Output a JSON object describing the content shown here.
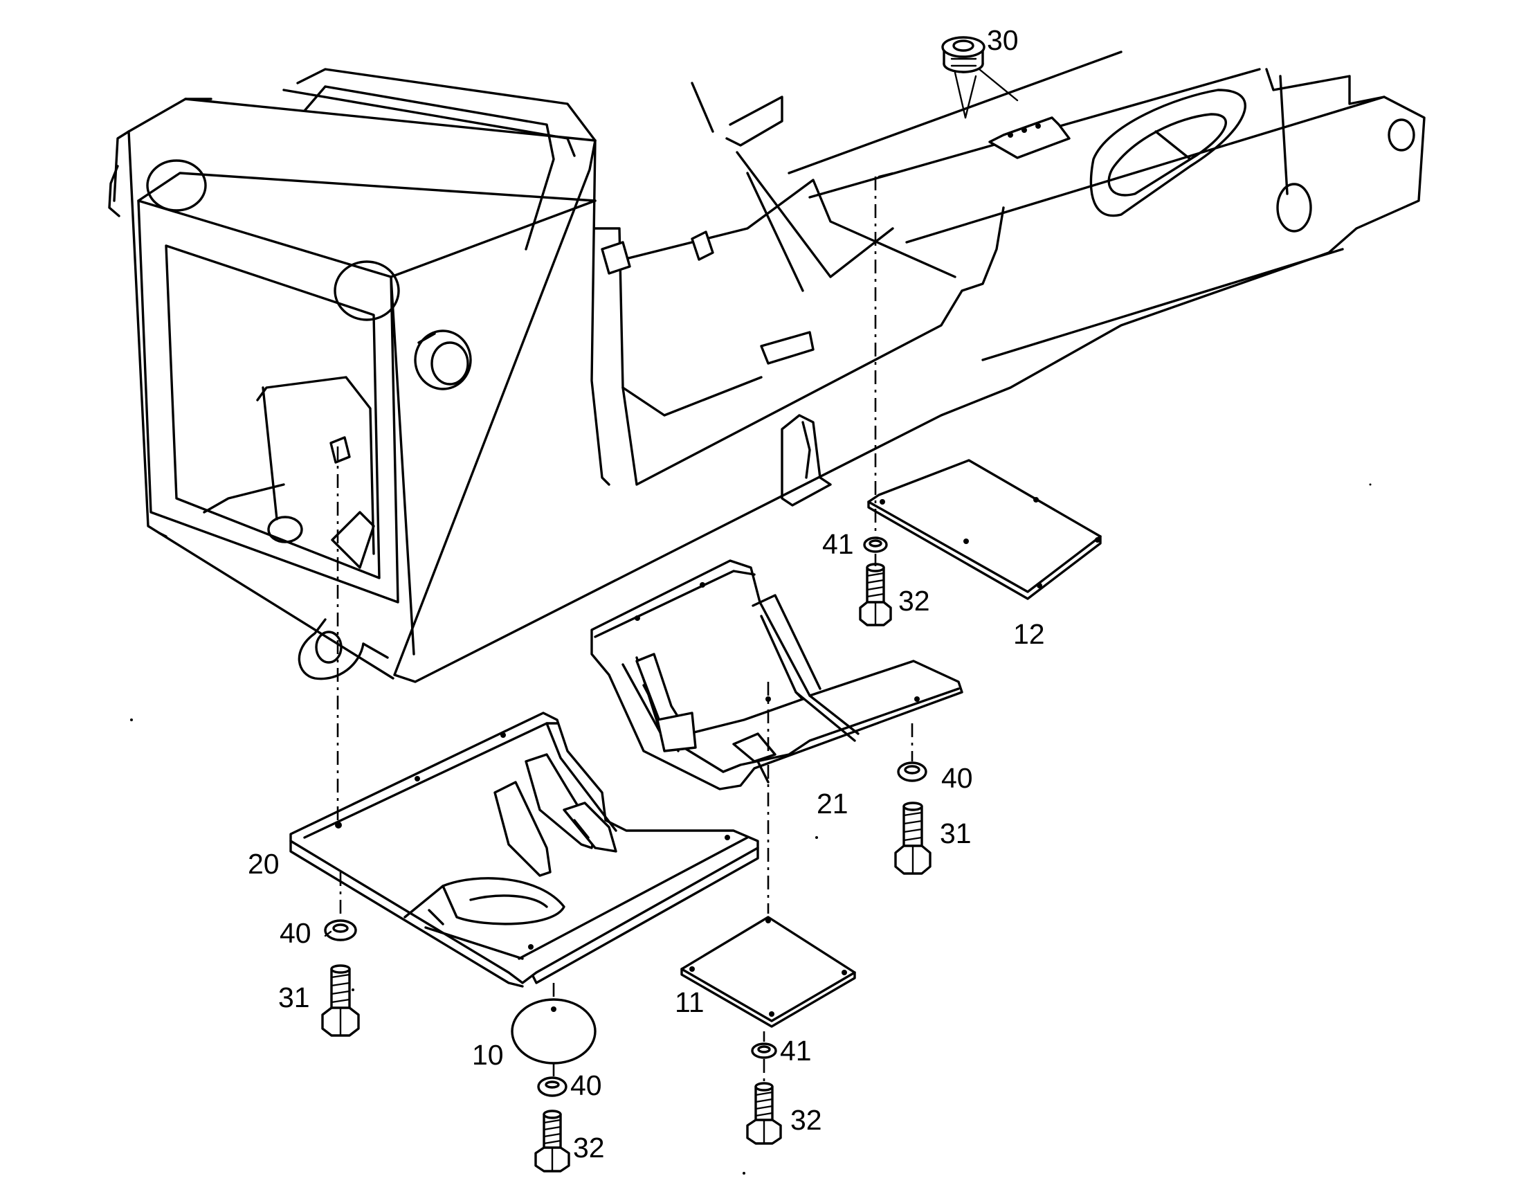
{
  "callouts": {
    "c30": "30",
    "c12": "12",
    "c41a": "41",
    "c32a": "32",
    "c21": "21",
    "c40a": "40",
    "c31a": "31",
    "c20": "20",
    "c40b": "40",
    "c31b": "31",
    "c10": "10",
    "c40c": "40",
    "c32b": "32",
    "c11": "11",
    "c41b": "41",
    "c32c": "32"
  }
}
